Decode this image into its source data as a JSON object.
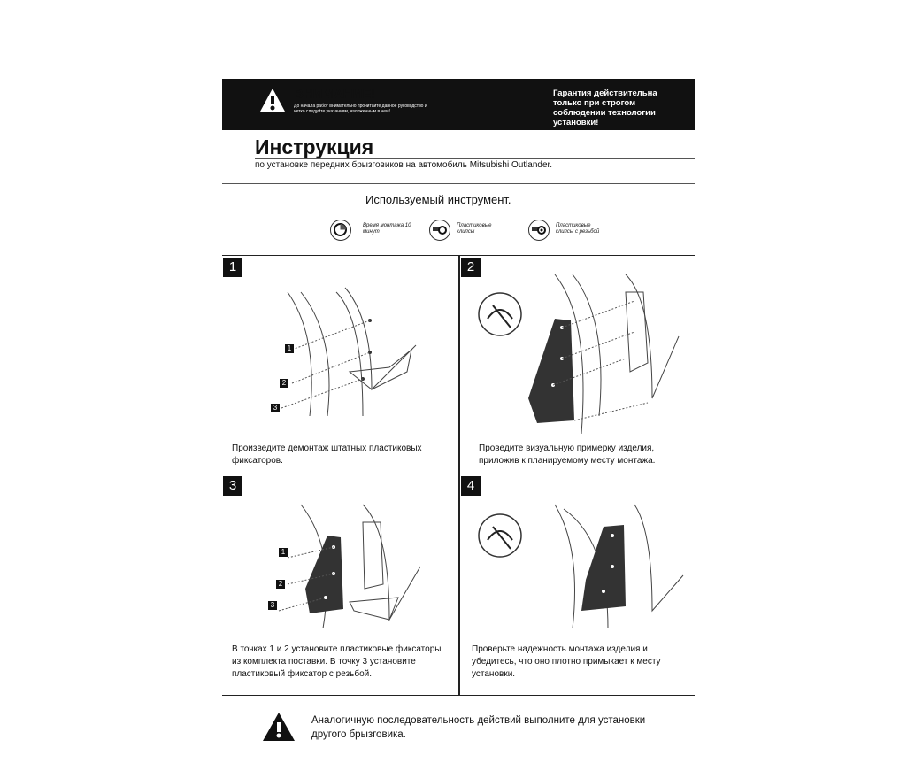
{
  "banner": {
    "warning_title": "ВНИМАНИЕ!",
    "warning_text": "До начала работ внимательно прочитайте данное руководство и четко следуйте указаниям, изложенным в нем!",
    "guarantee": "Гарантия действительна только при строгом соблюдении технологии установки!"
  },
  "header": {
    "title": "Инструкция",
    "subtitle": "по установке передних брызговиков на автомобиль Mitsubishi Outlander."
  },
  "tools": {
    "title": "Используемый инструмент.",
    "items": [
      {
        "icon": "clock-icon",
        "label": "Время монтажа 10 минут"
      },
      {
        "icon": "plastic-clip-icon",
        "label": "Пластиковые клипсы"
      },
      {
        "icon": "threaded-clip-icon",
        "label": "Пластиковые клипсы с резьбой"
      }
    ]
  },
  "steps": [
    {
      "number": "1",
      "caption": "Произведите демонтаж штатных пластиковых фиксаторов.",
      "markers": [
        "1",
        "2",
        "3"
      ]
    },
    {
      "number": "2",
      "caption": "Проведите визуальную примерку изделия, приложив к планируемому месту монтажа."
    },
    {
      "number": "3",
      "caption": "В точках 1 и 2 установите пластиковые фиксаторы из комплекта поставки. В точку 3 установите пластиковый фиксатор с резьбой.",
      "markers": [
        "1",
        "2",
        "3"
      ]
    },
    {
      "number": "4",
      "caption": "Проверьте надежность монтажа изделия и убедитесь, что оно плотно примыкает к месту установки."
    }
  ],
  "footer": {
    "note": "Аналогичную последовательность действий выполните для установки другого брызговика."
  }
}
